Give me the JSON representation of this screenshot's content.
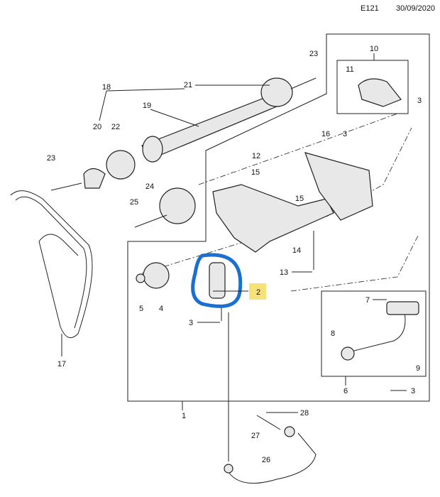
{
  "header": {
    "code": "E121",
    "date": "30/09/2020"
  },
  "callouts": {
    "c23a": "23",
    "c21": "21",
    "c18": "18",
    "c19": "19",
    "c20": "20",
    "c22": "22",
    "c23b": "23",
    "c24": "24",
    "c25": "25",
    "c10": "10",
    "c11": "11",
    "c3a": "3",
    "c16": "16",
    "c3b": "3",
    "c12": "12",
    "c15a": "15",
    "c15b": "15",
    "c14": "14",
    "c13": "13",
    "c2": "2",
    "c5": "5",
    "c4": "4",
    "c3c": "3",
    "c7": "7",
    "c8": "8",
    "c9": "9",
    "c6": "6",
    "c3d": "3",
    "c1": "1",
    "c17": "17",
    "c28": "28",
    "c27": "27",
    "c26": "26"
  },
  "highlight": {
    "part": "2",
    "circle_color": "#1a6fd0",
    "tag_color": "#f7e27a"
  }
}
